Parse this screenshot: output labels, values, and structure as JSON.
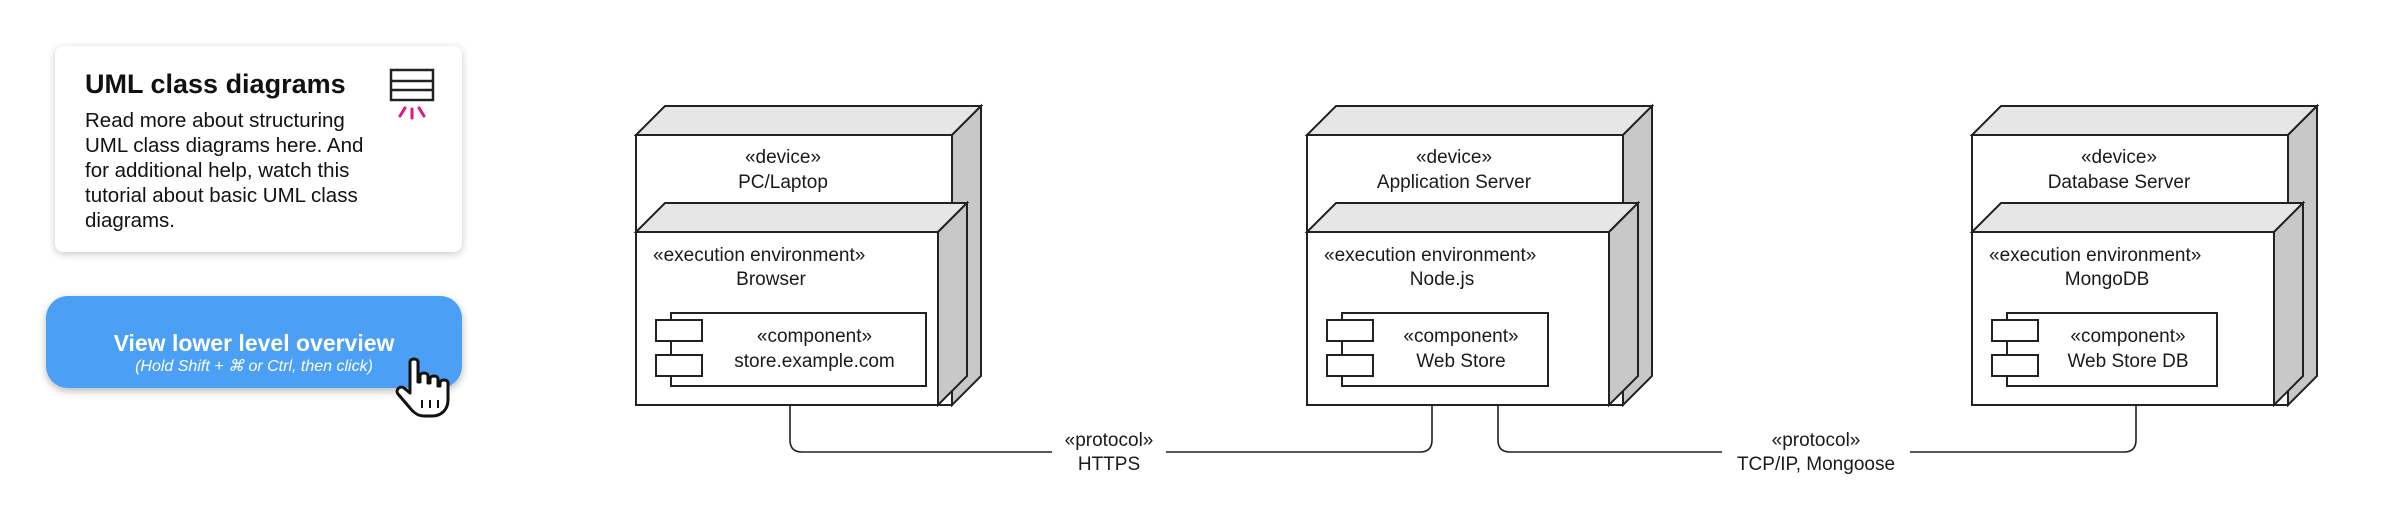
{
  "info_card": {
    "title": "UML class diagrams",
    "text": "Read more about structuring UML class diagrams here. And for additional help, watch this tutorial about basic UML class diagrams.",
    "icon": "class-diagram-icon",
    "accent_color": "#e0158c"
  },
  "cta": {
    "label": "View lower level overview",
    "hint": "(Hold Shift + ⌘ or Ctrl, then click)",
    "color": "#4ba0f5",
    "icon": "pointer-hand-icon"
  },
  "nodes": [
    {
      "stereotype": "«device»",
      "name": "PC/Laptop",
      "environment": {
        "stereotype": "«execution environment»",
        "name": "Browser"
      },
      "component": {
        "stereotype": "«component»",
        "name": "store.example.com"
      }
    },
    {
      "stereotype": "«device»",
      "name": "Application Server",
      "environment": {
        "stereotype": "«execution environment»",
        "name": "Node.js"
      },
      "component": {
        "stereotype": "«component»",
        "name": "Web Store"
      }
    },
    {
      "stereotype": "«device»",
      "name": "Database Server",
      "environment": {
        "stereotype": "«execution environment»",
        "name": "MongoDB"
      },
      "component": {
        "stereotype": "«component»",
        "name": "Web Store DB"
      }
    }
  ],
  "connections": [
    {
      "stereotype": "«protocol»",
      "name": "HTTPS"
    },
    {
      "stereotype": "«protocol»",
      "name": "TCP/IP, Mongoose"
    }
  ],
  "colors": {
    "face": "#ffffff",
    "top": "#e6e6e6",
    "side": "#c8c8c8",
    "stroke": "#222222"
  }
}
